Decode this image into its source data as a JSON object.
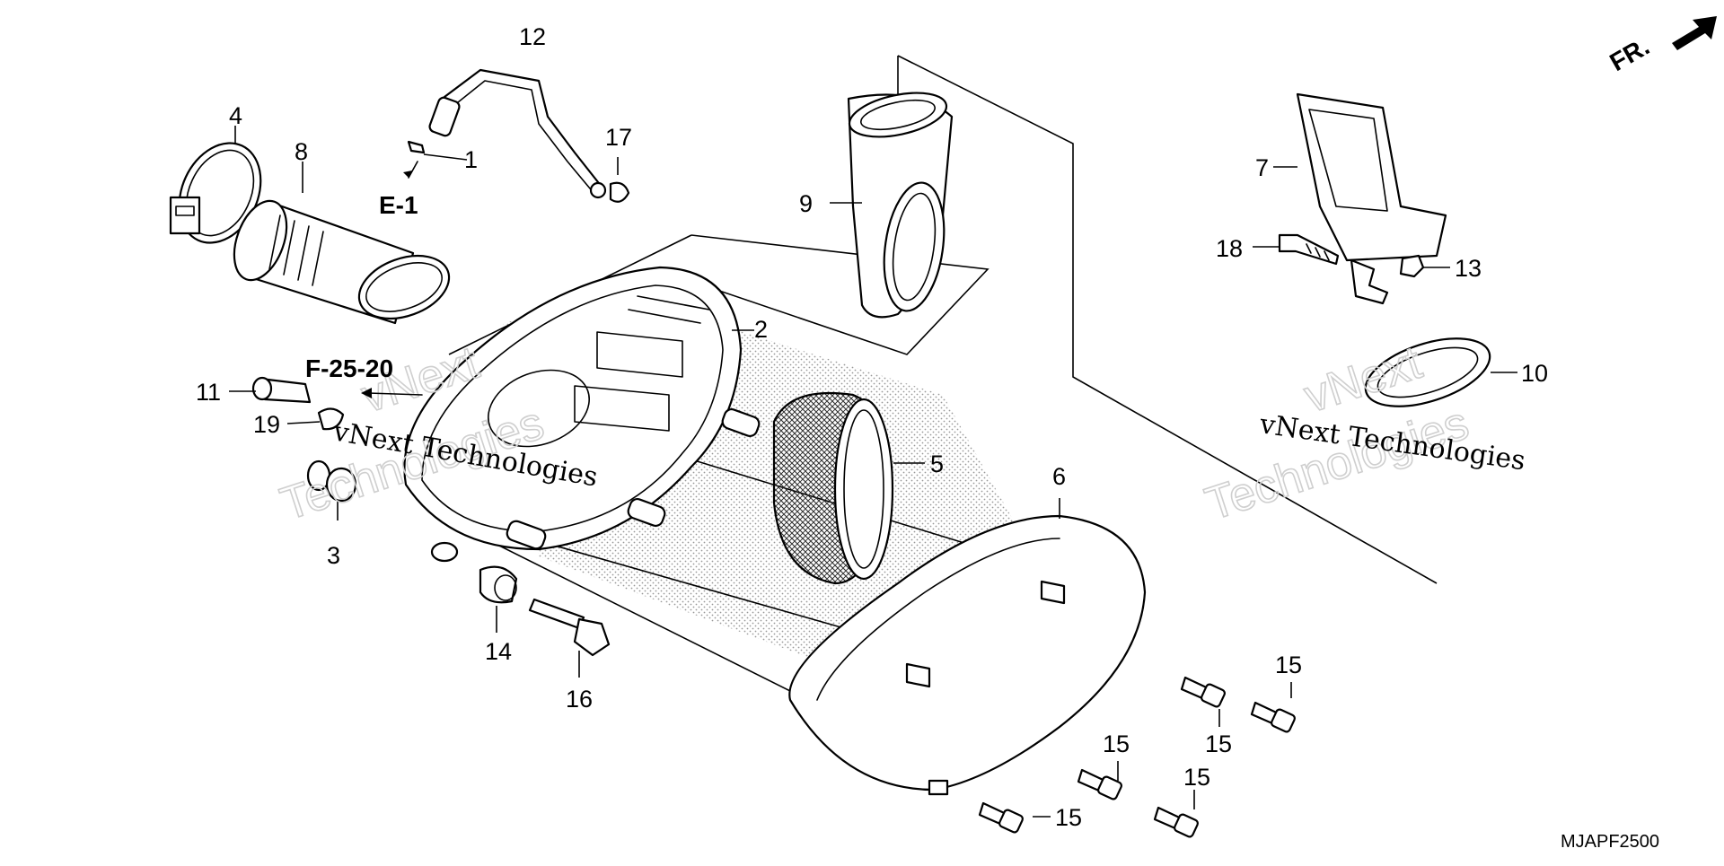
{
  "diagram": {
    "code": "MJAPF2500",
    "direction_label": "FR.",
    "references": [
      "E-1",
      "F-25-20"
    ],
    "watermark": {
      "line": "vNext Technologies",
      "outline_top": "vNext",
      "outline_bottom": "Technologies"
    },
    "callouts": {
      "c1": "1",
      "c2": "2",
      "c3": "3",
      "c4": "4",
      "c5": "5",
      "c6": "6",
      "c7": "7",
      "c8": "8",
      "c9": "9",
      "c10": "10",
      "c11": "11",
      "c12": "12",
      "c13": "13",
      "c14": "14",
      "c15": "15",
      "c16": "16",
      "c17": "17",
      "c18": "18",
      "c19": "19"
    }
  }
}
